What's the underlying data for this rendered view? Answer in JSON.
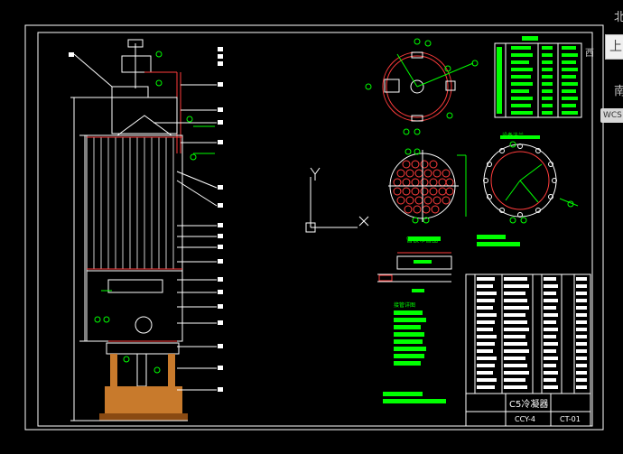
{
  "viewcube": {
    "north": "北",
    "south": "南",
    "west": "西",
    "top_face": "上",
    "wcs_button": "WCS"
  },
  "drawing": {
    "tube_layout_title": "管板布管图",
    "flange_title": "设备法兰",
    "detail_title": "接管详图",
    "title_block_name": "C5冷凝器",
    "title_block_code": "CCY-4",
    "sheet_code": "CT-01"
  },
  "colors": {
    "background": "#000000",
    "linework": "#ffffff",
    "annotation": "#00ff00",
    "flange_lines": "#ff3c3c",
    "magenta": "#ff00ff",
    "foundation": "#c87a2c"
  }
}
